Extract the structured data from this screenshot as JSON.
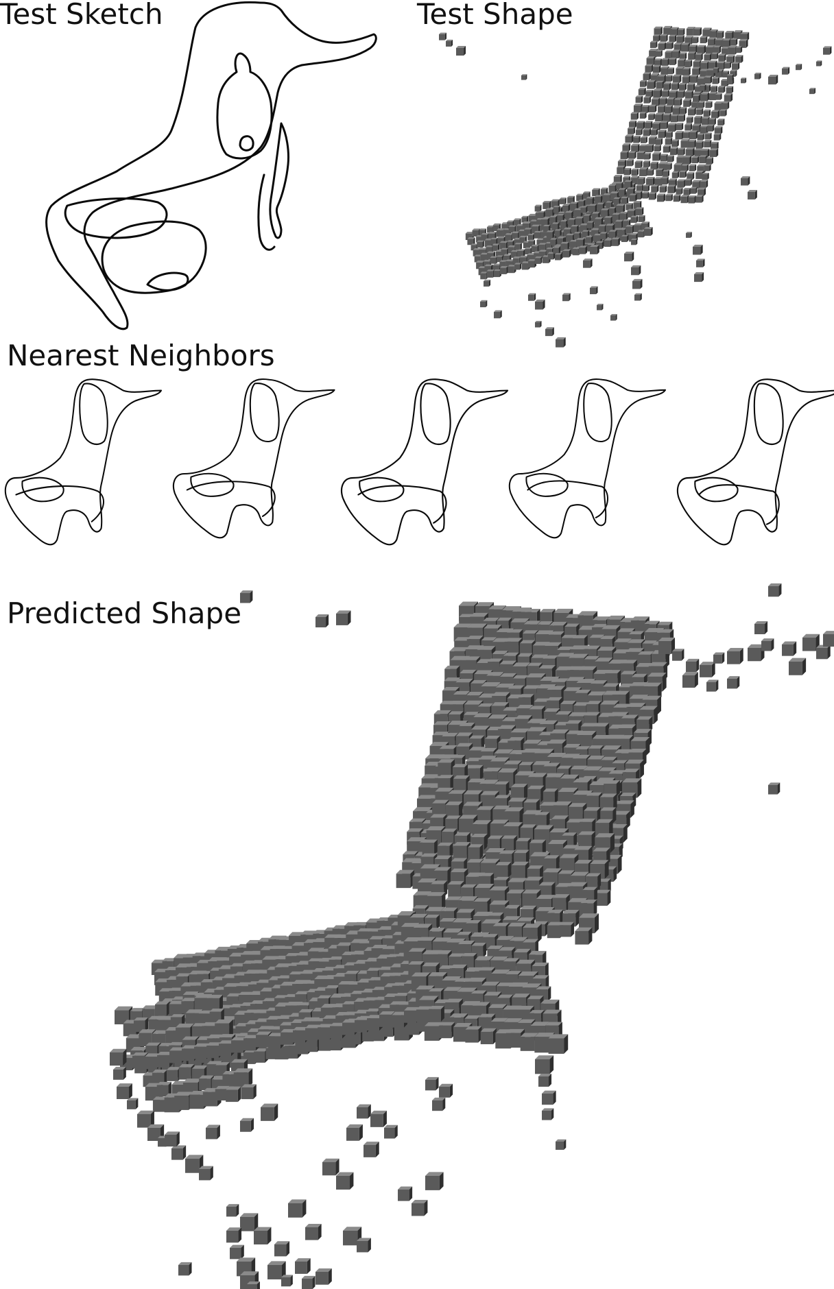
{
  "labels": {
    "test_sketch": "Test Sketch",
    "test_shape": "Test Shape",
    "nearest_neighbors": "Nearest Neighbors",
    "predicted_shape": "Predicted Shape"
  },
  "colors": {
    "background": "#ffffff",
    "sketch_stroke": "#0a0a0a",
    "voxel_top": "#8a8a8a",
    "voxel_left": "#5a5a5a",
    "voxel_right": "#2e2e2e"
  },
  "nearest_neighbor_count": 5
}
